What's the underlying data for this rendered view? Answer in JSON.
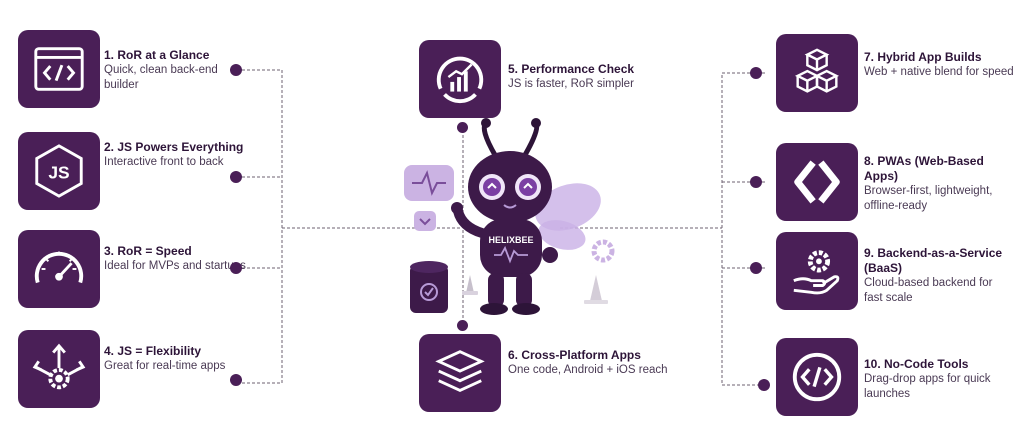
{
  "brand": "HELIXBEE",
  "accent": "#4a1f57",
  "items": [
    {
      "title": "1. RoR at a Glance",
      "desc": "Quick, clean back-end builder",
      "icon": "code-window-icon"
    },
    {
      "title": "2. JS Powers Everything",
      "desc": "Interactive front to back",
      "icon": "nodejs-icon"
    },
    {
      "title": "3. RoR = Speed",
      "desc": "Ideal for MVPs and startups",
      "icon": "speedometer-icon"
    },
    {
      "title": "4. JS = Flexibility",
      "desc": "Great for real-time apps",
      "icon": "gear-arrows-icon"
    },
    {
      "title": "5. Performance Check",
      "desc": "JS is faster, RoR simpler",
      "icon": "chart-gauge-icon"
    },
    {
      "title": "6. Cross-Platform Apps",
      "desc": "One code, Android + iOS reach",
      "icon": "layers-icon"
    },
    {
      "title": "7. Hybrid App Builds",
      "desc": "Web + native blend for speed",
      "icon": "cubes-icon"
    },
    {
      "title": "8. PWAs (Web-Based Apps)",
      "desc": "Browser-first, lightweight, offline-ready",
      "icon": "pwa-icon"
    },
    {
      "title": "9. Backend-as-a-Service (BaaS)",
      "desc": "Cloud-based backend for fast scale",
      "icon": "hand-gear-icon"
    },
    {
      "title": "10. No-Code Tools",
      "desc": "Drag-drop apps for quick launches",
      "icon": "code-circle-icon"
    }
  ]
}
